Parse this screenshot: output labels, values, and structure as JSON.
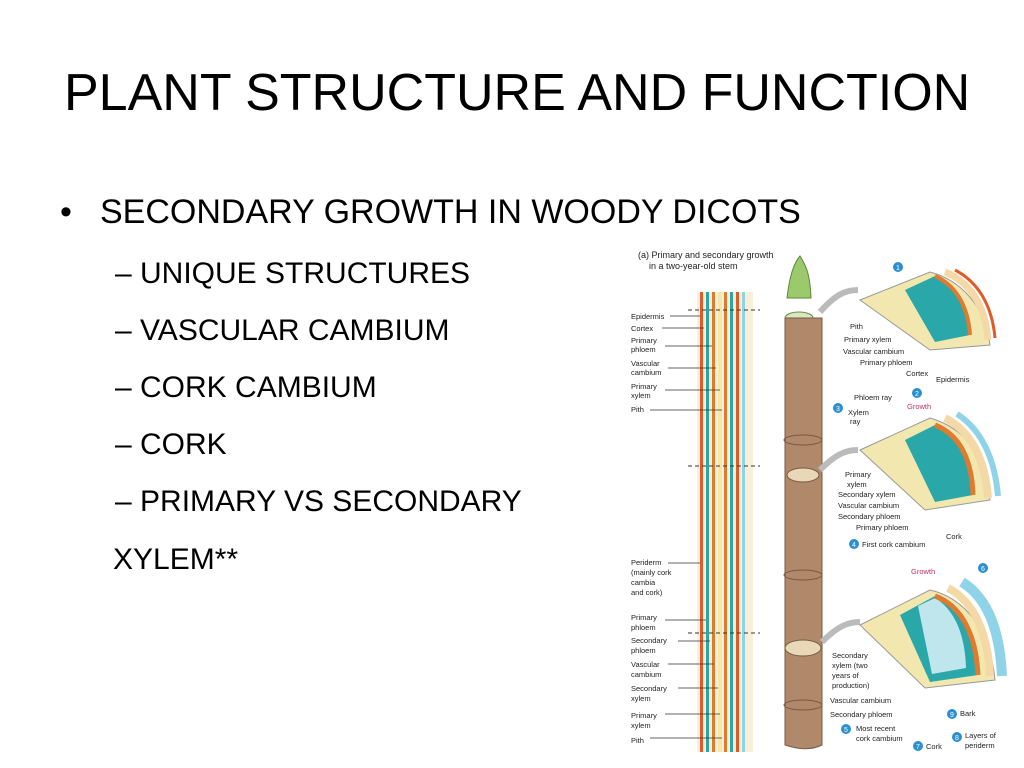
{
  "slide": {
    "title": "PLANT STRUCTURE AND FUNCTION",
    "main_bullet": "SECONDARY GROWTH IN WOODY DICOTS",
    "sub_bullets": [
      "– UNIQUE STRUCTURES",
      "– VASCULAR CAMBIUM",
      "– CORK CAMBIUM",
      "– CORK",
      "– PRIMARY VS SECONDARY"
    ],
    "continuation": "XYLEM**"
  },
  "figure": {
    "caption_line1": "(a) Primary and secondary growth",
    "caption_line2": "in a two-year-old stem",
    "left_labels_top": [
      "Epidermis",
      "Cortex",
      "Primary",
      "phloem",
      "Vascular",
      "cambium",
      "Primary",
      "xylem",
      "Pith"
    ],
    "left_labels_bottom": [
      "Periderm",
      "(mainly cork",
      "cambia",
      "and cork)",
      "Primary",
      "phloem",
      "Secondary",
      "phloem",
      "Vascular",
      "cambium",
      "Secondary",
      "xylem",
      "Primary",
      "xylem",
      "Pith"
    ],
    "wedge1_labels": [
      "Pith",
      "Primary xylem",
      "Vascular cambium",
      "Primary phloem",
      "Cortex",
      "Epidermis"
    ],
    "wedge2_labels": [
      "Phloem ray",
      "Growth",
      "Xylem",
      "ray",
      "Primary",
      "xylem",
      "Secondary xylem",
      "Vascular cambium",
      "Secondary phloem",
      "Primary phloem",
      "First cork cambium",
      "Cork"
    ],
    "wedge3_labels": [
      "Growth",
      "Secondary",
      "xylem (two",
      "years of",
      "production)",
      "Vascular cambium",
      "Secondary phloem",
      "Most recent",
      "cork cambium",
      "Cork",
      "Bark",
      "Layers of",
      "periderm"
    ],
    "step_numbers": [
      "1",
      "2",
      "3",
      "4",
      "5",
      "6",
      "7",
      "8",
      "9"
    ],
    "colors": {
      "pith": "#f3e7b0",
      "xylem": "#2aa7a8",
      "cambium": "#e07a2e",
      "phloem": "#f4d9a6",
      "cortex": "#f8f0d6",
      "epidermis": "#e05a2a",
      "cork": "#8fd3e8",
      "stem": "#b0896a",
      "badge": "#2b8fd0"
    }
  }
}
